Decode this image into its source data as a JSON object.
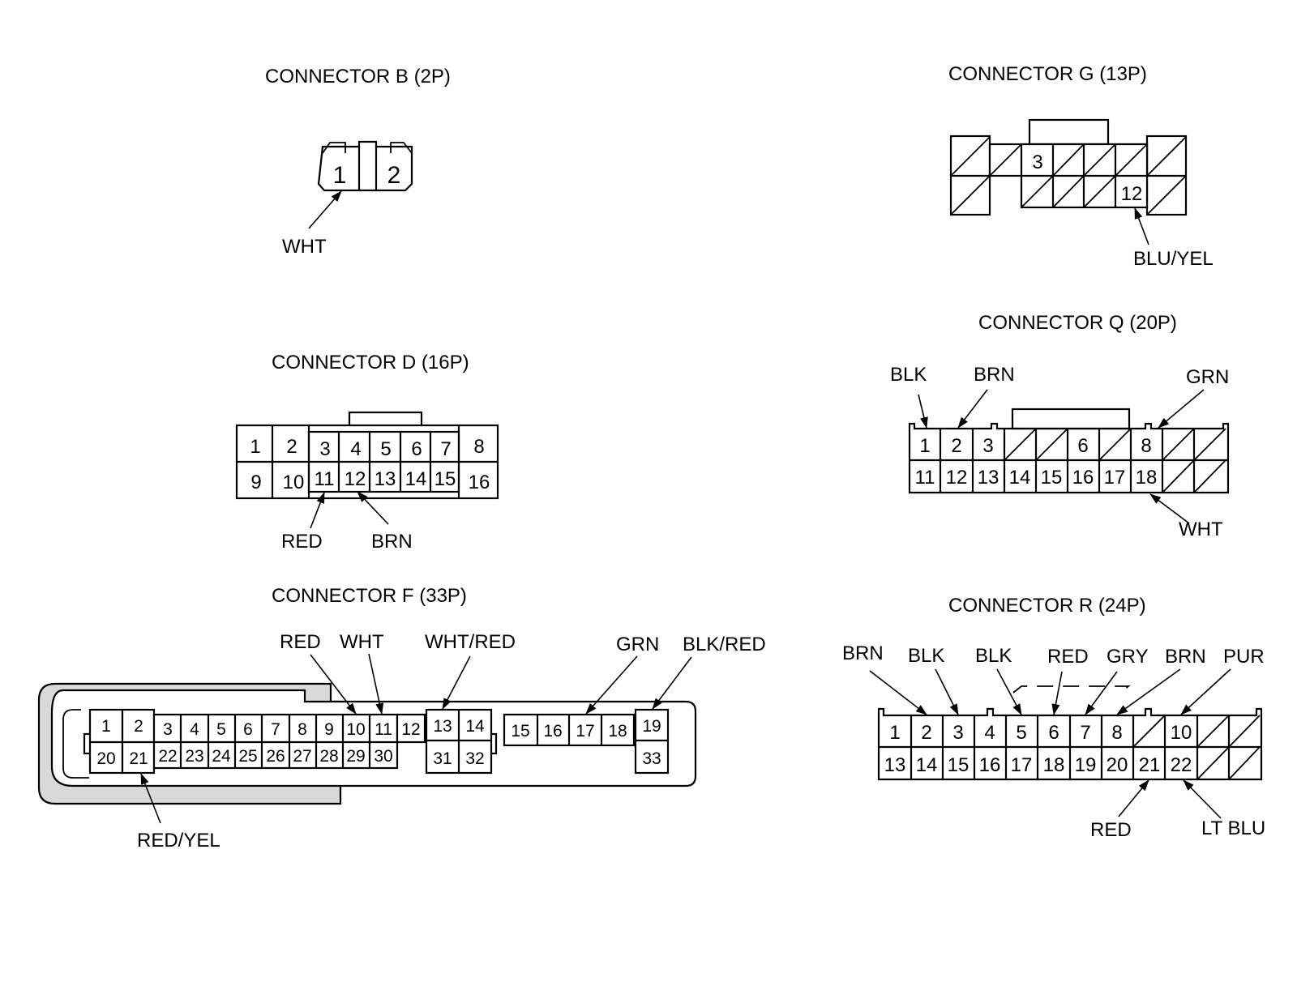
{
  "connectors": {
    "B": {
      "title": "CONNECTOR B (2P)",
      "pins": [
        "1",
        "2"
      ],
      "wires": [
        "WHT"
      ]
    },
    "G": {
      "title": "CONNECTOR G (13P)",
      "pins": [
        "3",
        "12"
      ],
      "wires": [
        "BLU/YEL"
      ]
    },
    "D": {
      "title": "CONNECTOR D (16P)",
      "pins": [
        "1",
        "2",
        "3",
        "4",
        "5",
        "6",
        "7",
        "8",
        "9",
        "10",
        "11",
        "12",
        "13",
        "14",
        "15",
        "16"
      ],
      "wires": [
        "RED",
        "BRN"
      ]
    },
    "Q": {
      "title": "CONNECTOR Q (20P)",
      "pins": [
        "1",
        "2",
        "3",
        "6",
        "8",
        "11",
        "12",
        "13",
        "14",
        "15",
        "16",
        "17",
        "18"
      ],
      "wires": [
        "BLK",
        "BRN",
        "GRN",
        "WHT"
      ]
    },
    "F": {
      "title": "CONNECTOR F (33P)",
      "pins": [
        "1",
        "2",
        "3",
        "4",
        "5",
        "6",
        "7",
        "8",
        "9",
        "10",
        "11",
        "12",
        "13",
        "14",
        "15",
        "16",
        "17",
        "18",
        "19",
        "20",
        "21",
        "22",
        "23",
        "24",
        "25",
        "26",
        "27",
        "28",
        "29",
        "30",
        "31",
        "32",
        "33"
      ],
      "wires": [
        "RED",
        "WHT",
        "WHT/RED",
        "GRN",
        "BLK/RED",
        "RED/YEL"
      ]
    },
    "R": {
      "title": "CONNECTOR R (24P)",
      "pins": [
        "1",
        "2",
        "3",
        "4",
        "5",
        "6",
        "7",
        "8",
        "10",
        "13",
        "14",
        "15",
        "16",
        "17",
        "18",
        "19",
        "20",
        "21",
        "22"
      ],
      "wires": [
        "BRN",
        "BLK",
        "BLK",
        "RED",
        "GRY",
        "BRN",
        "PUR",
        "RED",
        "LT BLU"
      ]
    }
  }
}
